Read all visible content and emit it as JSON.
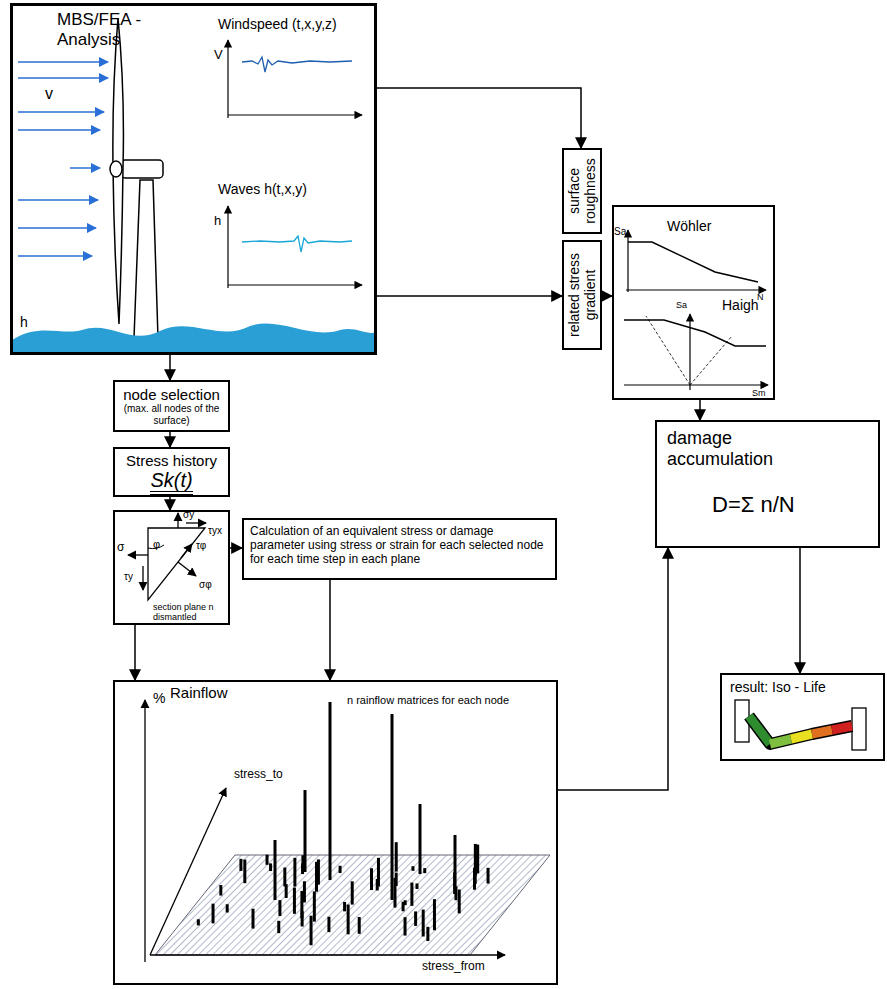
{
  "diagram": {
    "nodes": [
      {
        "text": [
          "MBS/FEA - Analysis"
        ]
      },
      {
        "text": [
          "surface roughness"
        ]
      },
      {
        "text": [
          "related stress gradient"
        ]
      },
      {
        "text": [
          "Wöhler",
          "Haigh"
        ]
      },
      {
        "text": [
          "node selection",
          "(max. all nodes of the surface)"
        ]
      },
      {
        "text": [
          "Stress history",
          "Sk(t)"
        ]
      },
      {
        "text": [
          "section plane n dismantled"
        ]
      },
      {
        "text": [
          "Calculation of an equivalent stress or damage parameter using stress or strain for each selected node for each time step in each plane"
        ]
      },
      {
        "text": [
          "damage accumulation",
          "D=Σ n/N"
        ]
      },
      {
        "text": [
          "Rainflow"
        ]
      },
      {
        "text": [
          "result: Iso - Life"
        ]
      }
    ],
    "edges": [
      {
        "from": 0,
        "to": 1,
        "arrow": "to"
      },
      {
        "from": 0,
        "to": 2,
        "arrow": "to"
      },
      {
        "from": 2,
        "to": 3,
        "arrow": "to"
      },
      {
        "from": 3,
        "to": 8,
        "arrow": "to"
      },
      {
        "from": 0,
        "to": 4,
        "arrow": "to"
      },
      {
        "from": 4,
        "to": 5,
        "arrow": "to"
      },
      {
        "from": 5,
        "to": 6,
        "arrow": "to"
      },
      {
        "from": 6,
        "to": 7,
        "arrow": "to"
      },
      {
        "from": 6,
        "to": 9,
        "arrow": "to"
      },
      {
        "from": 7,
        "to": 9,
        "arrow": "to"
      },
      {
        "from": 9,
        "to": 8,
        "arrow": "to"
      },
      {
        "from": 8,
        "to": 10,
        "arrow": "to"
      }
    ],
    "labels": [
      "Windspeed (t,x,y,z)",
      "V",
      "Waves h(t,x,y)",
      "h",
      "v",
      "h",
      "Sa",
      "N",
      "Sa",
      "Sm",
      "σy",
      "τyx",
      "σ",
      "φ",
      "τφ",
      "σφ",
      "τy",
      "%",
      "n rainflow matrices for each node",
      "stress_to",
      "stress_from"
    ]
  }
}
